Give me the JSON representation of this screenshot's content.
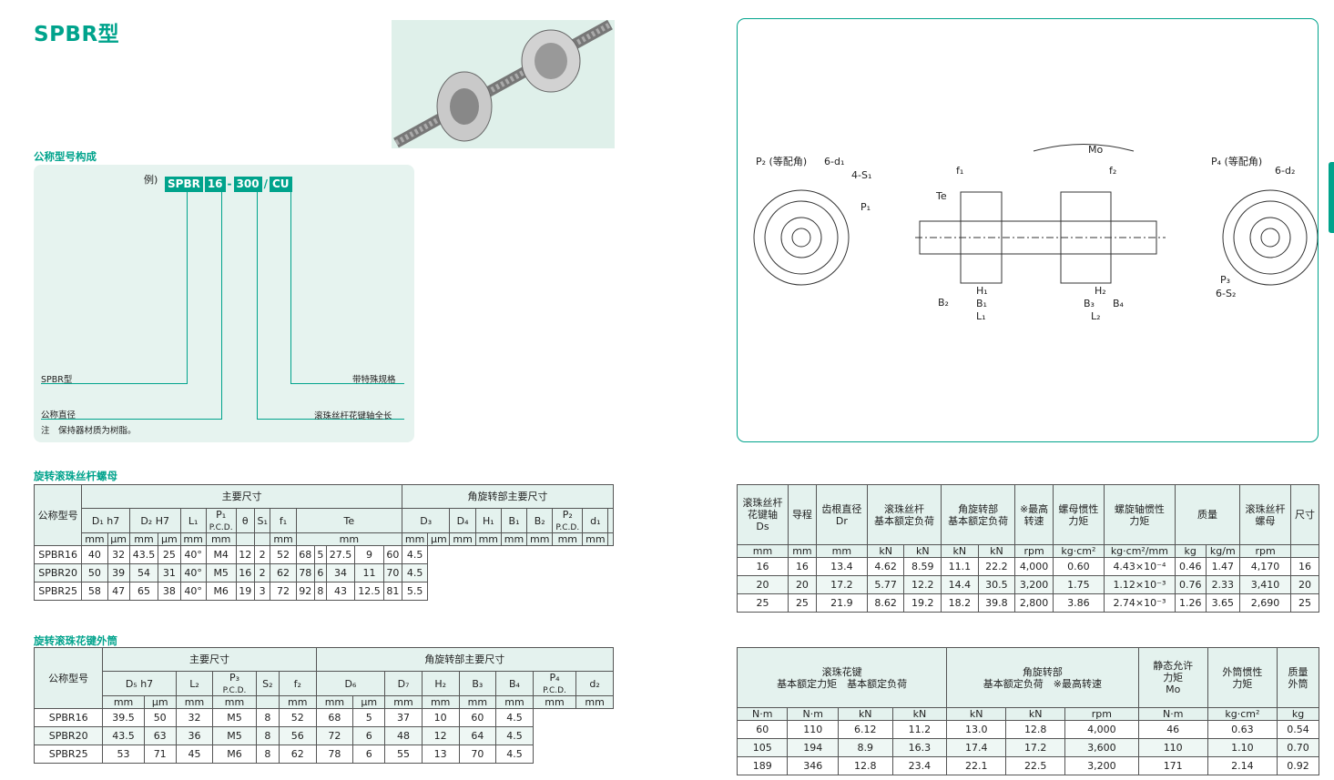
{
  "title": "SPBR型",
  "nominal_heading": "公称型号构成",
  "example": {
    "prefix": "例)",
    "parts": [
      "SPBR",
      "16",
      "-",
      "300",
      "/",
      "CU"
    ]
  },
  "labels": {
    "model": "SPBR型",
    "diameter": "公称直径",
    "special": "带特殊规格",
    "length": "滚珠丝杆花键轴全长"
  },
  "note": "注　保持器材质为树脂。",
  "t1_heading": "旋转滚珠丝杆螺母",
  "t2_heading": "旋转滚珠花键外筒",
  "t1": {
    "model": "公称型号",
    "main": "主要尺寸",
    "angle": "角旋转部主要尺寸",
    "rows": [
      [
        "SPBR16",
        "40",
        "32",
        "43.5",
        "25",
        "40°",
        "M4",
        "12",
        "2",
        "52",
        "68",
        "5",
        "27.5",
        "9",
        "60",
        "4.5"
      ],
      [
        "SPBR20",
        "50",
        "39",
        "54",
        "31",
        "40°",
        "M5",
        "16",
        "2",
        "62",
        "78",
        "6",
        "34",
        "11",
        "70",
        "4.5"
      ],
      [
        "SPBR25",
        "58",
        "47",
        "65",
        "38",
        "40°",
        "M6",
        "19",
        "3",
        "72",
        "92",
        "8",
        "43",
        "12.5",
        "81",
        "5.5"
      ]
    ]
  },
  "t2": {
    "model": "公称型号",
    "main": "主要尺寸",
    "angle": "角旋转部主要尺寸",
    "rows": [
      [
        "SPBR16",
        "39.5",
        "50",
        "32",
        "M5",
        "8",
        "52",
        "68",
        "5",
        "37",
        "10",
        "60",
        "4.5"
      ],
      [
        "SPBR20",
        "43.5",
        "63",
        "36",
        "M5",
        "8",
        "56",
        "72",
        "6",
        "48",
        "12",
        "64",
        "4.5"
      ],
      [
        "SPBR25",
        "53",
        "71",
        "45",
        "M6",
        "8",
        "62",
        "78",
        "6",
        "55",
        "13",
        "70",
        "4.5"
      ]
    ]
  },
  "t3": {
    "rows": [
      [
        "16",
        "16",
        "13.4",
        "4.62",
        "8.59",
        "11.1",
        "22.2",
        "4,000",
        "0.60",
        "4.43×10⁻⁴",
        "0.46",
        "1.47",
        "4,170",
        "16"
      ],
      [
        "20",
        "20",
        "17.2",
        "5.77",
        "12.2",
        "14.4",
        "30.5",
        "3,200",
        "1.75",
        "1.12×10⁻³",
        "0.76",
        "2.33",
        "3,410",
        "20"
      ],
      [
        "25",
        "25",
        "21.9",
        "8.62",
        "19.2",
        "18.2",
        "39.8",
        "2,800",
        "3.86",
        "2.74×10⁻³",
        "1.26",
        "3.65",
        "2,690",
        "25"
      ]
    ]
  },
  "t4": {
    "rows": [
      [
        "60",
        "110",
        "6.12",
        "11.2",
        "13.0",
        "12.8",
        "4,000",
        "46",
        "0.63",
        "0.54"
      ],
      [
        "105",
        "194",
        "8.9",
        "16.3",
        "17.4",
        "17.2",
        "3,600",
        "110",
        "1.10",
        "0.70"
      ],
      [
        "189",
        "346",
        "12.8",
        "23.4",
        "22.1",
        "22.5",
        "3,200",
        "171",
        "2.14",
        "0.92"
      ]
    ]
  }
}
